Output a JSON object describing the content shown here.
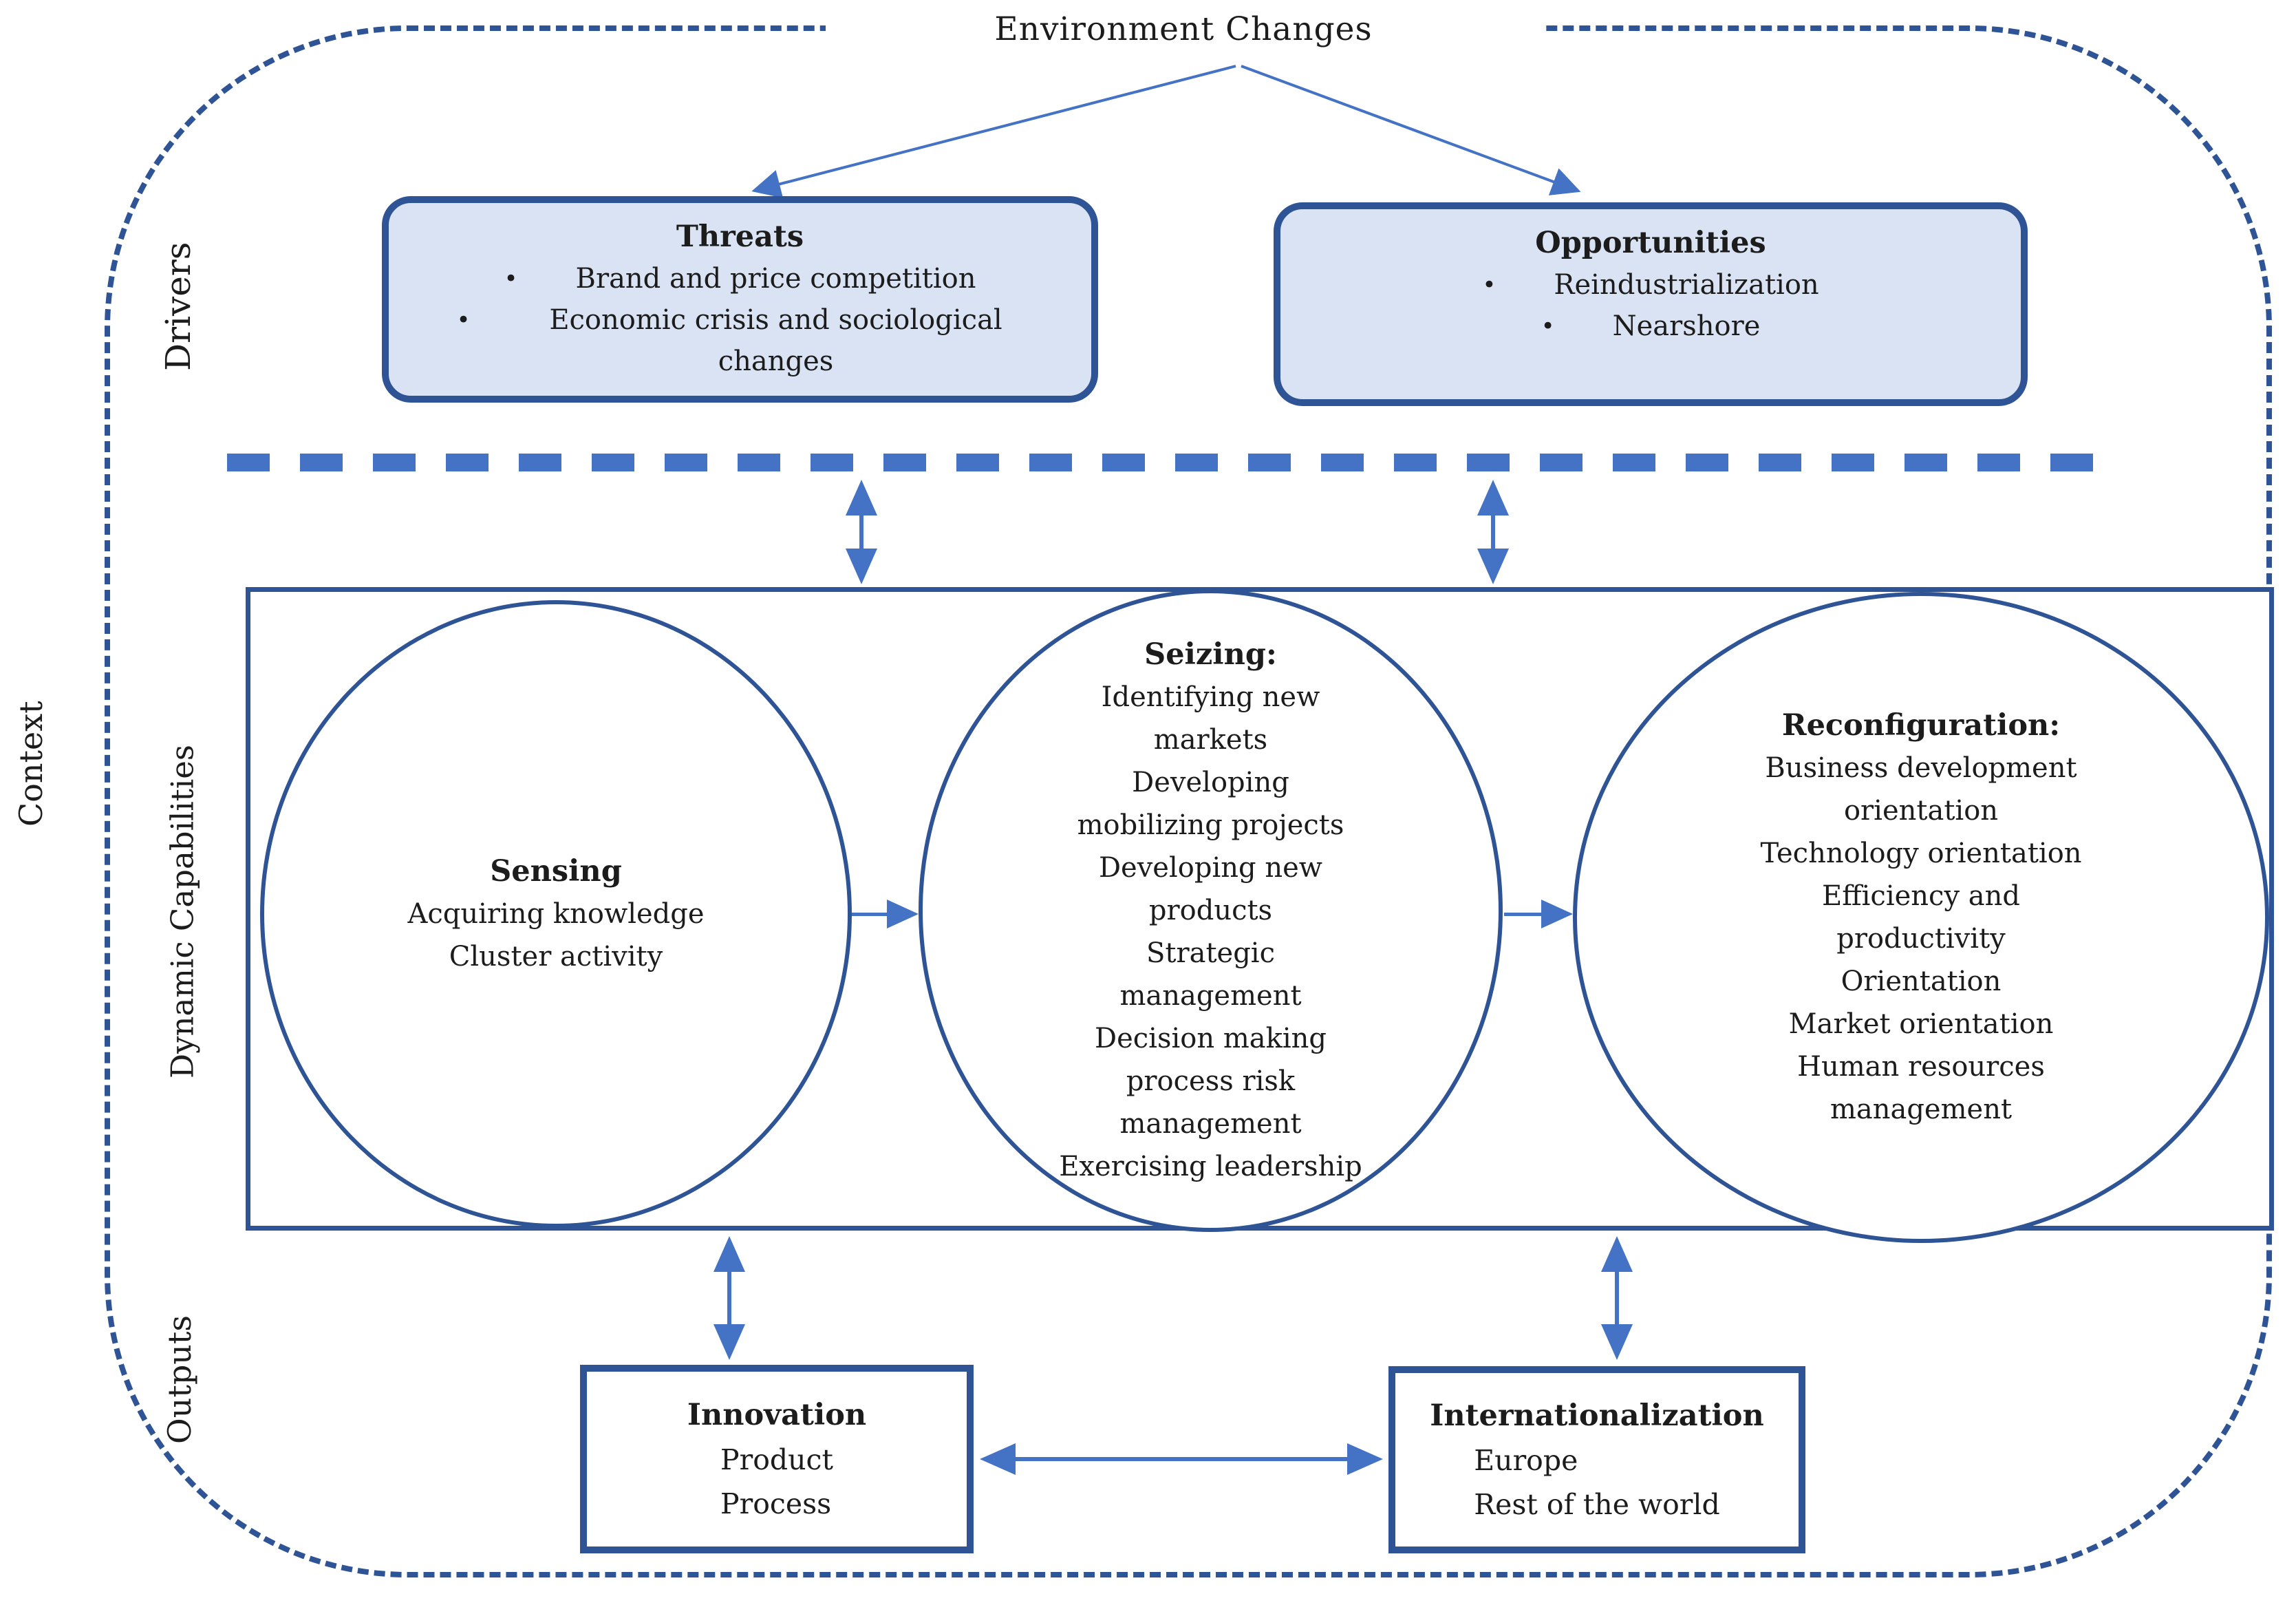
{
  "title": "Environment Changes",
  "glyphs": {
    "bullet": "•"
  },
  "side_labels": {
    "context": "Context",
    "drivers": "Drivers",
    "dynamic_capabilities": "Dynamic Capabilities",
    "outputs": "Outputs"
  },
  "drivers": {
    "threats": {
      "title": "Threats",
      "bullets": [
        "Brand and price competition",
        "Economic crisis and sociological changes"
      ]
    },
    "opportunities": {
      "title": "Opportunities",
      "bullets": [
        "Reindustrialization",
        "Nearshore"
      ]
    }
  },
  "dynamic_capabilities": {
    "sensing": {
      "title": "Sensing",
      "items": [
        "Acquiring knowledge",
        "Cluster activity"
      ]
    },
    "seizing": {
      "title": "Seizing:",
      "items": [
        "Identifying new markets",
        "Developing mobilizing projects",
        "Developing new products",
        "Strategic management",
        "Decision making process risk management",
        "Exercising leadership"
      ]
    },
    "reconfiguration": {
      "title": "Reconfiguration:",
      "items": [
        "Business development orientation",
        "Technology orientation",
        "Efficiency and productivity",
        "Orientation",
        "Market orientation",
        "Human resources management"
      ]
    }
  },
  "outputs": {
    "innovation": {
      "title": "Innovation",
      "items": [
        "Product",
        "Process"
      ]
    },
    "internationalization": {
      "title": "Internationalization",
      "items": [
        "Europe",
        "Rest of the world"
      ]
    }
  },
  "colors": {
    "border_dark_blue": "#2f5496",
    "fill_light_blue": "#dae3f3",
    "arrow_blue": "#4472c4",
    "text": "#1c1c1c"
  }
}
